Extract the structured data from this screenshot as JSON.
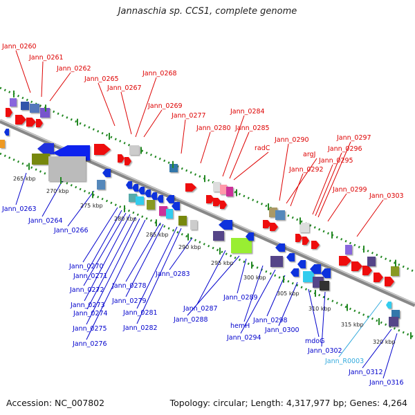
{
  "title": "Jannaschia sp. CCS1, complete genome",
  "footer": {
    "accession": "Accession: NC_007802",
    "stats": "Topology: circular; Length: 4,317,977 bp; Genes: 4,264"
  },
  "colors": {
    "forward_label": "#dd0000",
    "reverse_label": "#0000cc",
    "rna_label": "#33aadd",
    "backbone": "#888888",
    "tick_dots": "#228822"
  },
  "kbp_ticks": [
    "265 kbp",
    "270 kbp",
    "275 kbp",
    "280 kbp",
    "285 kbp",
    "290 kbp",
    "295 kbp",
    "300 kbp",
    "305 kbp",
    "310 kbp",
    "315 kbp",
    "320 kbp"
  ],
  "forward_genes": [
    "Jann_0260",
    "Jann_0261",
    "Jann_0262",
    "Jann_0265",
    "Jann_0267",
    "Jann_0268",
    "Jann_0269",
    "Jann_0277",
    "Jann_0280",
    "Jann_0284",
    "Jann_0285",
    "radC",
    "Jann_0290",
    "argJ",
    "Jann_0292",
    "Jann_0295",
    "Jann_0296",
    "Jann_0297",
    "Jann_0299",
    "Jann_0303"
  ],
  "reverse_genes": [
    "Jann_0263",
    "Jann_0264",
    "Jann_0266",
    "Jann_0270",
    "Jann_0271",
    "Jann_0272",
    "Jann_0273",
    "Jann_0274",
    "Jann_0275",
    "Jann_0276",
    "Jann_0278",
    "Jann_0279",
    "Jann_0281",
    "Jann_0282",
    "Jann_0283",
    "Jann_0287",
    "Jann_0288",
    "Jann_0289",
    "hemH",
    "Jann_0294",
    "Jann_0298",
    "Jann_0300",
    "mdoG",
    "Jann_0302",
    "Jann_R0003",
    "Jann_0312",
    "Jann_0316"
  ]
}
